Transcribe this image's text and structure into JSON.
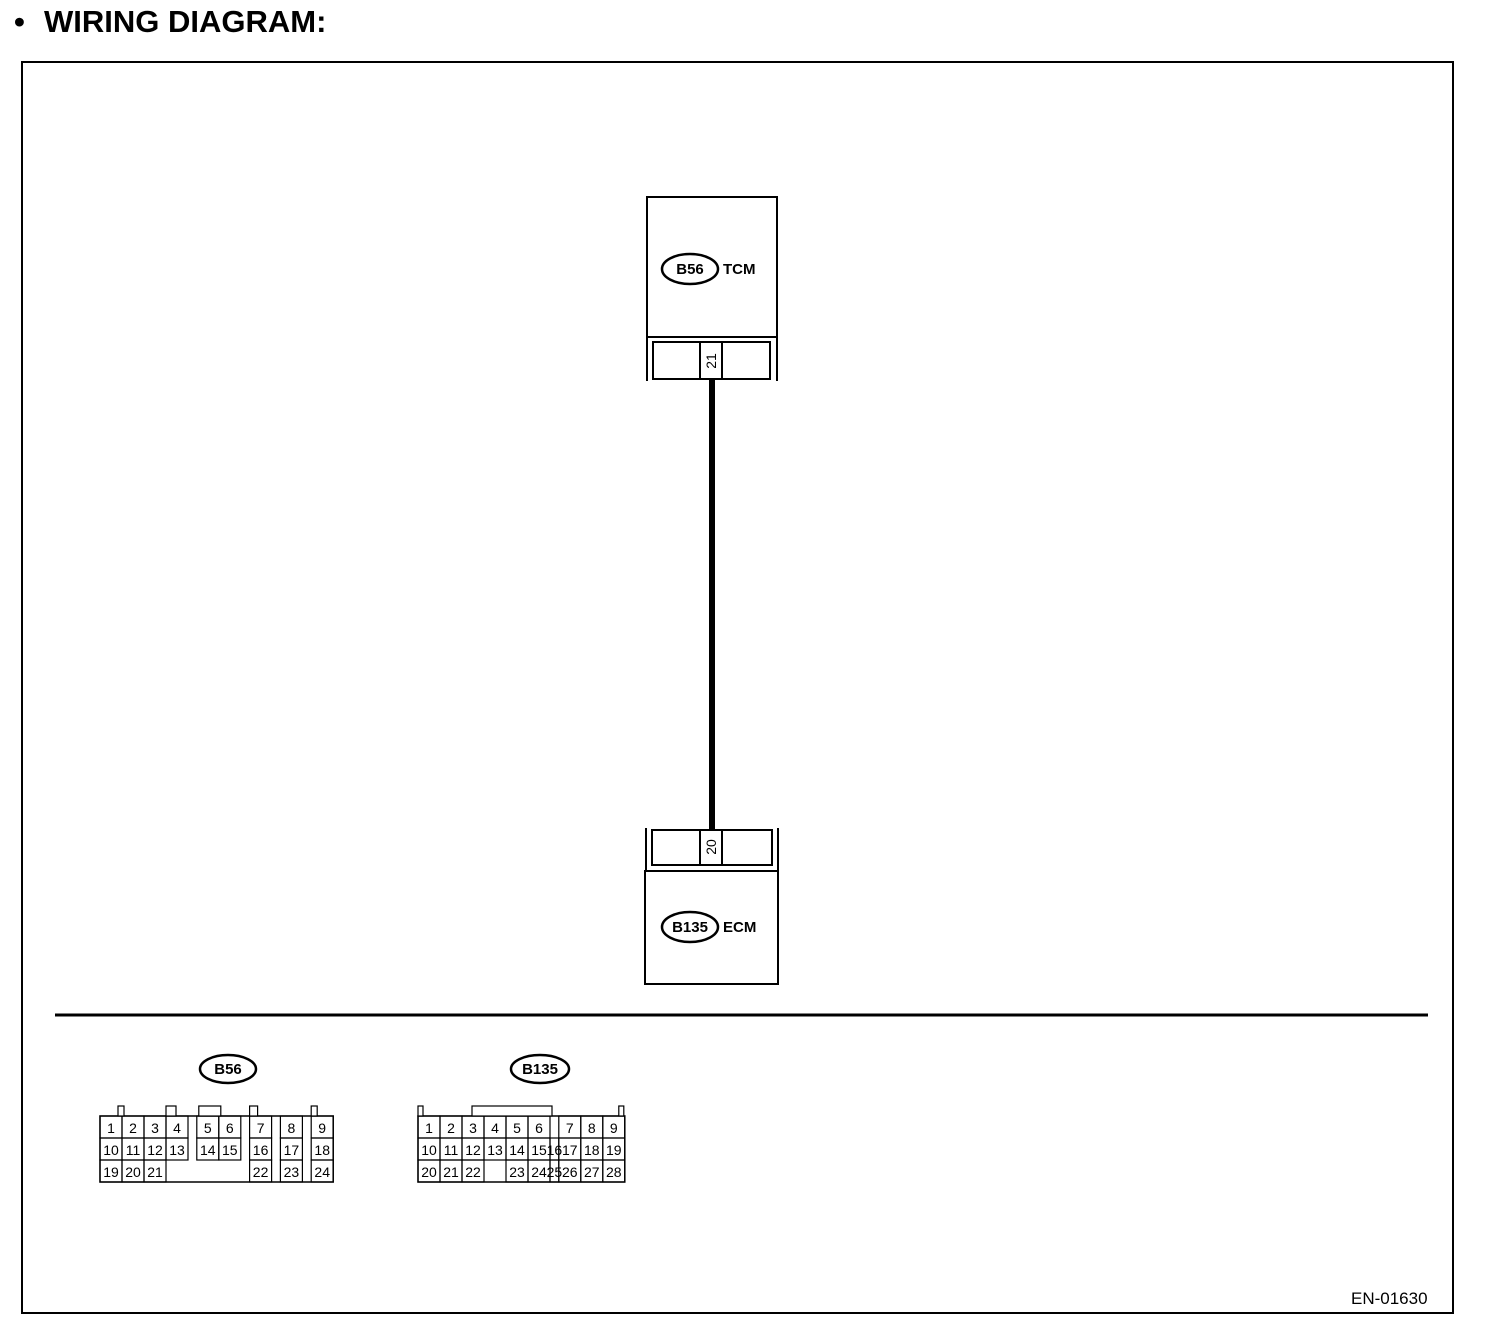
{
  "heading": {
    "bullet": "•",
    "text": "WIRING DIAGRAM:"
  },
  "tcm": {
    "connector": "B56",
    "name": "TCM",
    "pin": "21"
  },
  "ecm": {
    "connector": "B135",
    "name": "ECM",
    "pin": "20"
  },
  "connector_views": [
    {
      "id": "B56",
      "label": "B56",
      "rows": [
        [
          "1",
          "2",
          "3",
          "4",
          "",
          "5",
          "6",
          "",
          "7",
          "",
          "8",
          "",
          "9"
        ],
        [
          "10",
          "11",
          "12",
          "13",
          "",
          "14",
          "15",
          "",
          "16",
          "",
          "17",
          "",
          "18"
        ],
        [
          "19",
          "20",
          "21",
          "",
          "",
          "",
          "",
          "",
          "22",
          "",
          "23",
          "",
          "24"
        ]
      ]
    },
    {
      "id": "B135",
      "label": "B135",
      "rows": [
        [
          "1",
          "2",
          "3",
          "4",
          "5",
          "6",
          "",
          "7",
          "8",
          "9"
        ],
        [
          "10",
          "11",
          "12",
          "13",
          "14",
          "15",
          "16",
          "17",
          "18",
          "19"
        ],
        [
          "20",
          "21",
          "22",
          "",
          "23",
          "24",
          "25",
          "26",
          "27",
          "28"
        ]
      ]
    }
  ],
  "reference": "EN-01630"
}
